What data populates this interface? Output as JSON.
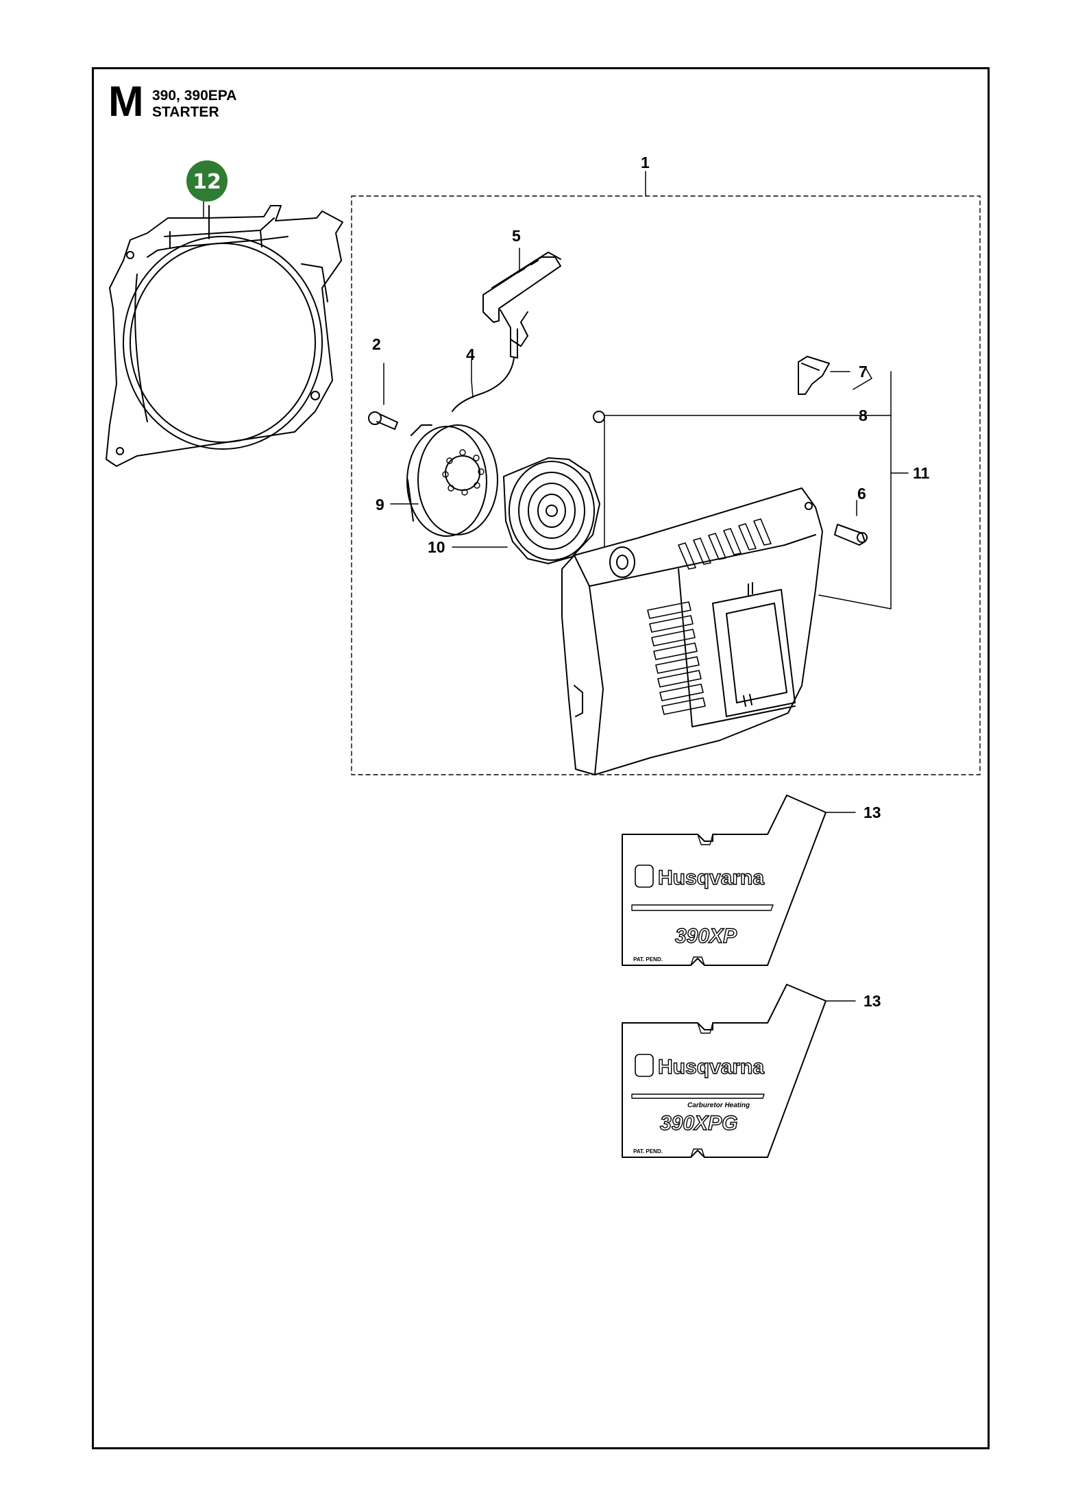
{
  "header": {
    "section_letter": "M",
    "model": "390, 390EPA",
    "title": "STARTER"
  },
  "reference_badge": {
    "label": "12",
    "color": "#2e7d32"
  },
  "callouts": [
    {
      "id": "c1",
      "label": "1"
    },
    {
      "id": "c2",
      "label": "2"
    },
    {
      "id": "c4",
      "label": "4"
    },
    {
      "id": "c5",
      "label": "5"
    },
    {
      "id": "c6",
      "label": "6"
    },
    {
      "id": "c7",
      "label": "7"
    },
    {
      "id": "c8",
      "label": "8"
    },
    {
      "id": "c9",
      "label": "9"
    },
    {
      "id": "c10",
      "label": "10"
    },
    {
      "id": "c11",
      "label": "11"
    },
    {
      "id": "c13a",
      "label": "13"
    },
    {
      "id": "c13b",
      "label": "13"
    }
  ],
  "decals": [
    {
      "brand": "Husqvarna",
      "model": "390XP",
      "subtitle": "",
      "footnote": "PAT. PEND."
    },
    {
      "brand": "Husqvarna",
      "model": "390XPG",
      "subtitle": "Carburetor Heating",
      "footnote": "PAT. PEND."
    }
  ]
}
